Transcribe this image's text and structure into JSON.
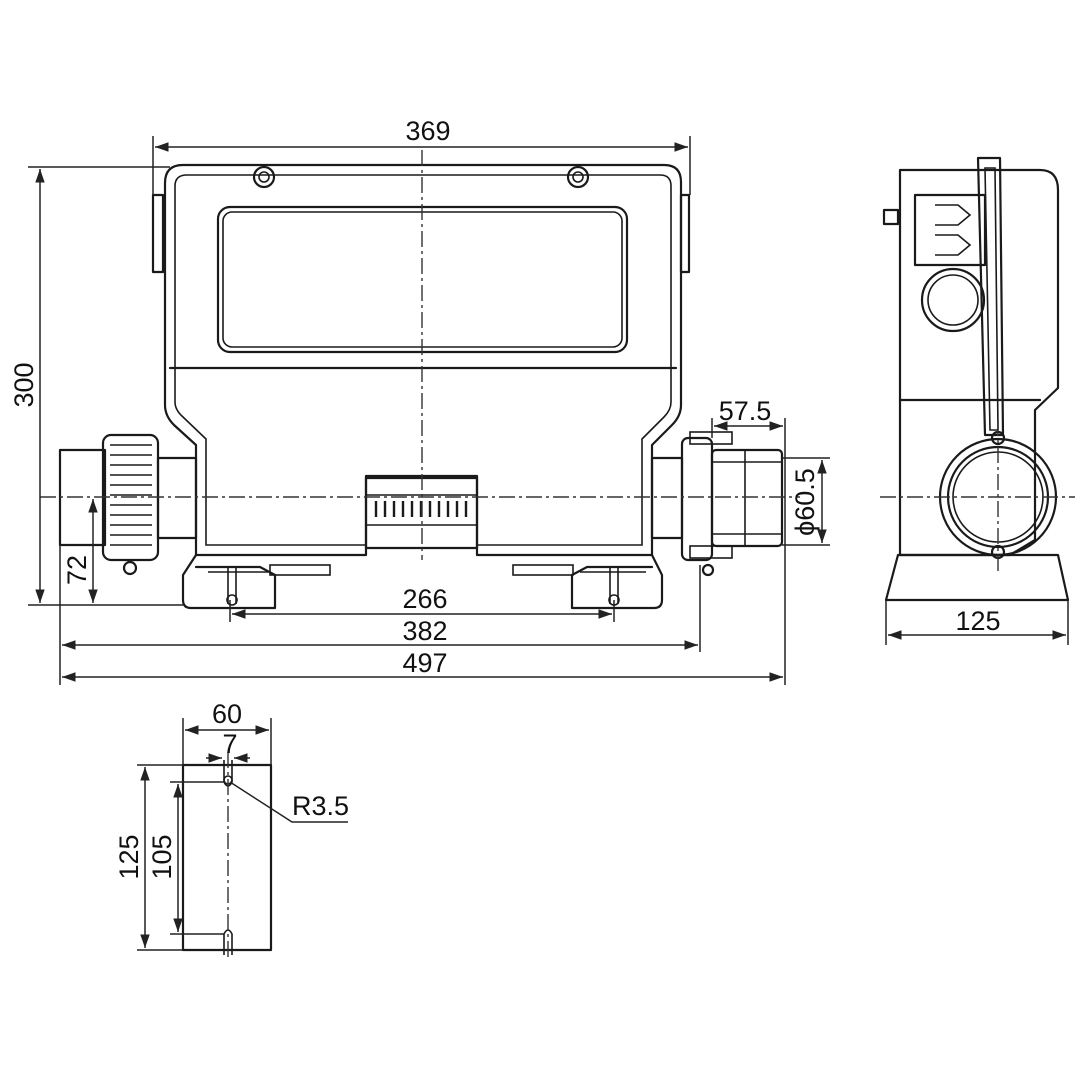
{
  "dimensions": {
    "top_width": "369",
    "height": "300",
    "inlet_height": "72",
    "outlet_depth": "57.5",
    "pipe_diameter": "ϕ60.5",
    "mount_spacing": "266",
    "body_width": "382",
    "overall_width": "497",
    "side_depth": "125",
    "bracket_width": "60",
    "slot_width": "7",
    "slot_radius": "R3.5",
    "bracket_height": "125",
    "slot_spacing": "105"
  }
}
